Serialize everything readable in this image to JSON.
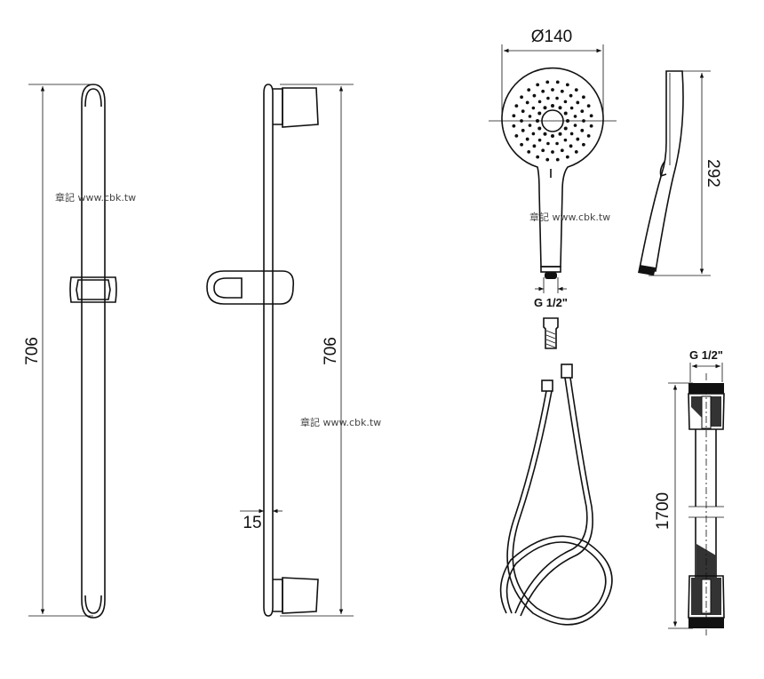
{
  "rail_front": {
    "height_label": "706"
  },
  "rail_side": {
    "height_label": "706",
    "offset_label": "15"
  },
  "hand_shower": {
    "diameter_label": "Ø140",
    "height_label": "292",
    "thread_label": "G 1/2\""
  },
  "hose": {
    "length_label": "1700",
    "thread_label": "G 1/2\""
  },
  "watermarks": [
    "章記 www.cbk.tw",
    "章記 www.cbk.tw",
    "章記 www.cbk.tw"
  ]
}
